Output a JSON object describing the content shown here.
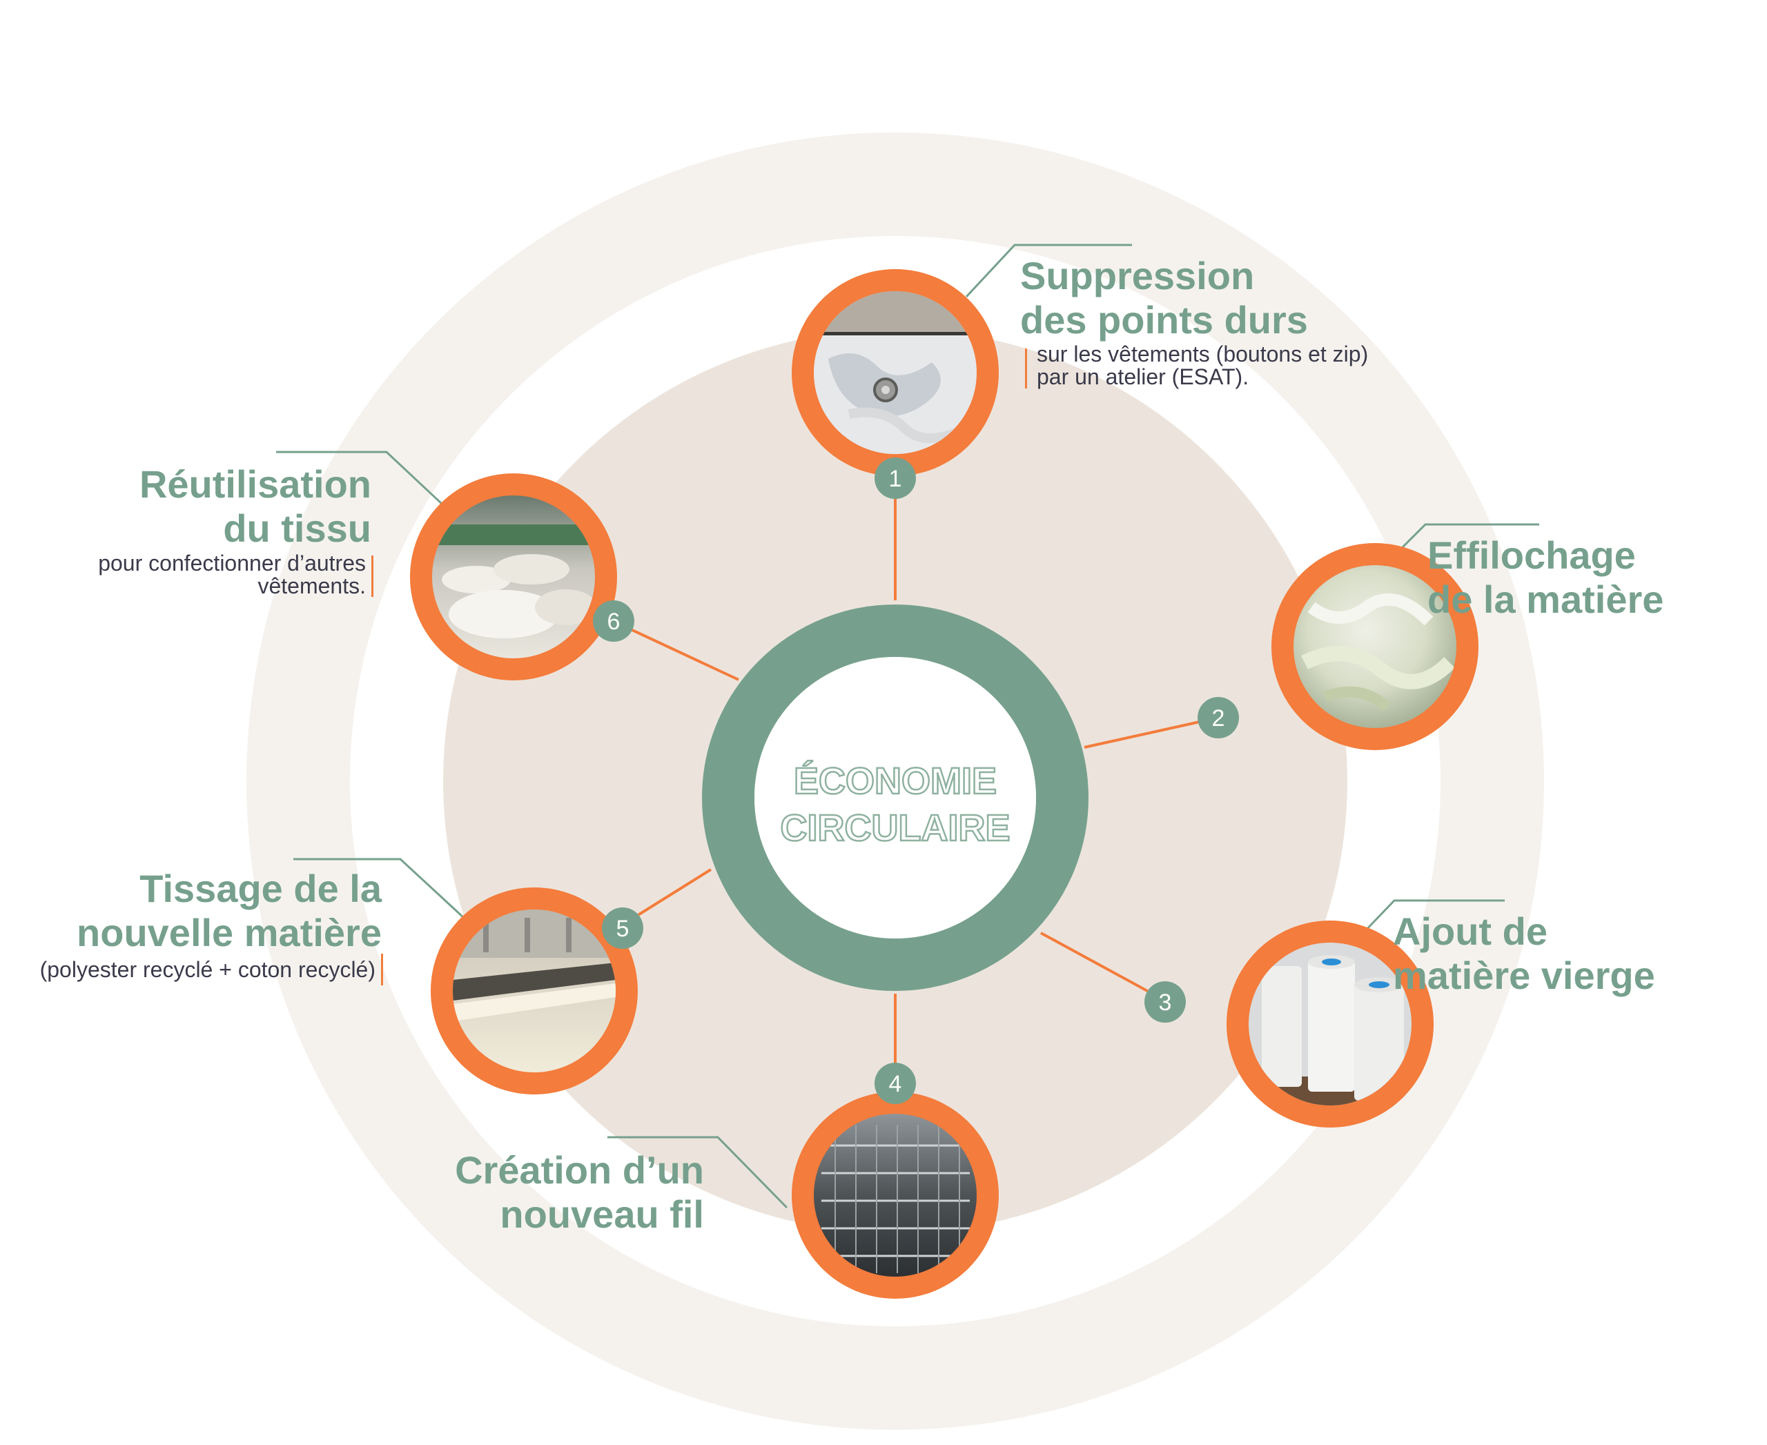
{
  "center": {
    "line1": "ÉCONOMIE",
    "line2": "CIRCULAIRE"
  },
  "colors": {
    "outer_ring": "#f5f2ee",
    "inner_disc": "#ece4dc",
    "center_ring": "#76a08d",
    "accent_orange": "#f47c3c",
    "badge": "#76a08d",
    "title_green": "#76a08d"
  },
  "steps": [
    {
      "number": "1",
      "title_lines": [
        "Suppression",
        "des points durs"
      ],
      "desc_lines": [
        "sur les vêtements (boutons et zip)",
        "par un atelier (ESAT)."
      ],
      "photo": "snap-button-on-fabric"
    },
    {
      "number": "2",
      "title_lines": [
        "Effilochage",
        "de la matière"
      ],
      "desc_lines": [],
      "photo": "shredded-fibers"
    },
    {
      "number": "3",
      "title_lines": [
        "Ajout de",
        "matière vierge"
      ],
      "desc_lines": [],
      "photo": "yarn-cones"
    },
    {
      "number": "4",
      "title_lines": [
        "Création d’un",
        "nouveau fil"
      ],
      "desc_lines": [],
      "photo": "spinning-machine"
    },
    {
      "number": "5",
      "title_lines": [
        "Tissage de la",
        "nouvelle matière"
      ],
      "desc_lines": [
        "(polyester recyclé + coton recyclé)"
      ],
      "photo": "weaving-loom"
    },
    {
      "number": "6",
      "title_lines": [
        "Réutilisation",
        "du tissu"
      ],
      "desc_lines": [
        "pour confectionner d’autres",
        "vêtements."
      ],
      "photo": "fabric-rolls-factory"
    }
  ]
}
